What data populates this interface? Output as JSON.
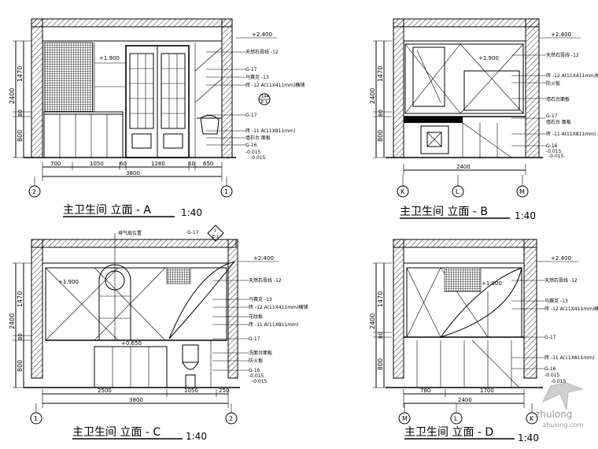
{
  "panels": [
    {
      "id": "A",
      "title": "主卫生间  立面 - A",
      "scale": "1:40",
      "levels": [
        "+2.400",
        "+1.900",
        "-0.015"
      ],
      "callouts": [
        "天然石膏线 -12",
        "G-17",
        "马赛克 -13",
        "砖 -12 A(11X411mm)横铺",
        "G-17",
        "砖 -11 A(11X811mm)",
        "墙石台 面板",
        "G-16",
        "-0.015"
      ],
      "detail_mark": [
        "144",
        "E-1"
      ],
      "dims_h": [
        "700",
        "1050",
        "60",
        "1280",
        "60",
        "650"
      ],
      "total": "3800",
      "dims_v": [
        "1470",
        "2400",
        "80",
        "800"
      ],
      "axes": [
        "2",
        "1"
      ]
    },
    {
      "id": "B",
      "title": "主卫生间  立面 - B",
      "scale": "1:40",
      "levels": [
        "+2.400",
        "+1.900",
        "-0.015"
      ],
      "callouts": [
        "天然石膏线 -12",
        "砖 -12 A(11X411mm)横",
        "防火板",
        "墙石台面板",
        "G-17",
        "墙石台 面板",
        "砖 -11 A(11X811mm)",
        "G-16",
        "-0.015"
      ],
      "total": "2400",
      "dims_v": [
        "1470",
        "2400",
        "80",
        "800"
      ],
      "axes": [
        "K",
        "L",
        "M"
      ]
    },
    {
      "id": "C",
      "title": "主卫生间  立面 - C",
      "scale": "1:40",
      "levels": [
        "+2.400",
        "+1.900",
        "+0.650",
        "-0.015"
      ],
      "callouts": [
        "排气扇位置",
        "G-17",
        "天然石膏线 -12",
        "马赛克 -13",
        "砖 -12 A(11X411mm)横铺",
        "花纹板",
        "砖 -11 A(11X811mm)",
        "G-17",
        "洗面台面板",
        "防火板",
        "G-16",
        "-0.015"
      ],
      "detail_mark": [
        "2",
        "E-1"
      ],
      "dims_h": [
        "2500",
        "1050",
        "250"
      ],
      "total": "3800",
      "dims_v": [
        "1470",
        "2400",
        "80",
        "800"
      ],
      "axes": [
        "1",
        "2"
      ]
    },
    {
      "id": "D",
      "title": "主卫生间  立面 - D",
      "scale": "1:40",
      "levels": [
        "+2.400",
        "+1.900",
        "-0.015"
      ],
      "callouts": [
        "天然石膏线 -12",
        "马赛克 -13",
        "砖 -12 A(11X411mm)横",
        "G-17",
        "砖 -11 A(11X811mm)",
        "G-16",
        "-0.015"
      ],
      "dims_h": [
        "780",
        "1700"
      ],
      "total": "2400",
      "dims_v": [
        "1470",
        "2400",
        "80",
        "800"
      ],
      "axes": [
        "M",
        "L",
        "K"
      ]
    }
  ],
  "watermark": {
    "brand": "zhulong",
    "domain": "zhulong.com"
  }
}
